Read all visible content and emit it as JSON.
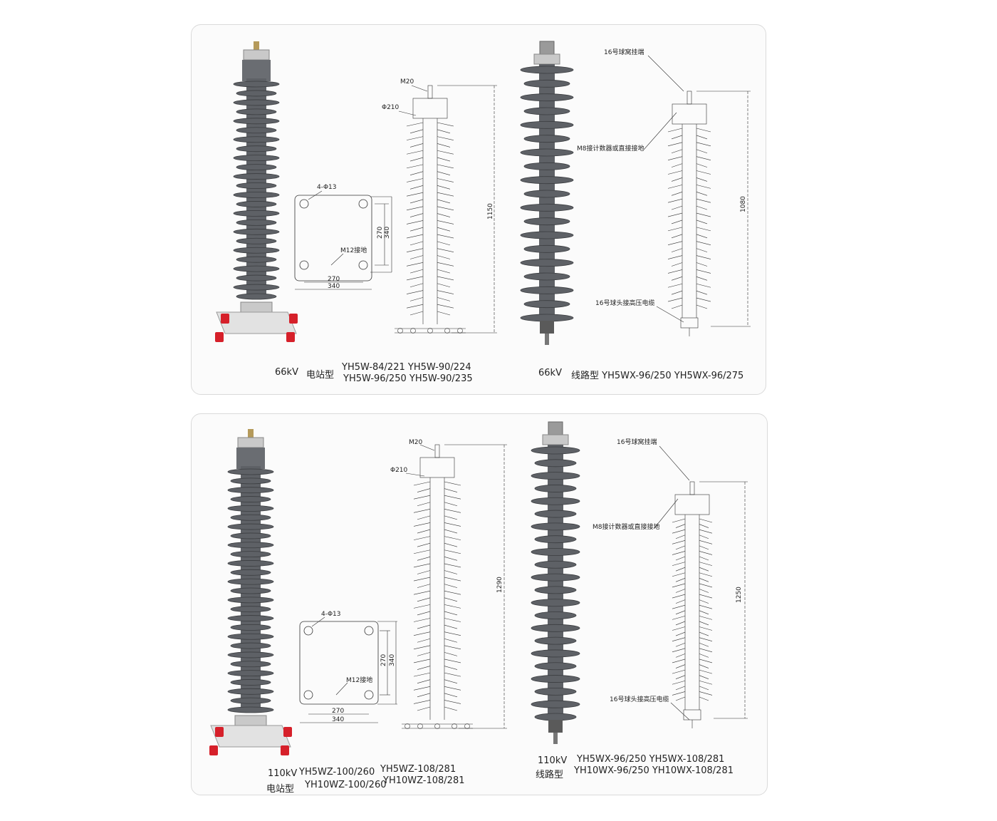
{
  "top": {
    "station": {
      "voltage": "66kV",
      "type": "电站型",
      "models_row1": "YH5W-84/221  YH5W-90/224",
      "models_row2": "YH5W-96/250  YH5W-90/235",
      "drawing": {
        "m20": "M20",
        "phi210": "Φ210",
        "height": "1150"
      },
      "base": {
        "holes": "4-Φ13",
        "ground": "M12接地",
        "d270v": "270",
        "d340v": "340",
        "d270h": "270",
        "d340h": "340"
      }
    },
    "line": {
      "voltage": "66kV",
      "caption": "线路型 YH5WX-96/250  YH5WX-96/275",
      "drawing": {
        "top_label": "16号球窝挂端",
        "mid_label": "M8接计数器或直接接地",
        "bottom_label": "16号球头接高压电缆",
        "height": "1080"
      }
    }
  },
  "bottom": {
    "station": {
      "voltage": "110kV",
      "type": "电站型",
      "row1_a": "YH5WZ-100/260",
      "row1_b": "YH5WZ-108/281",
      "row2_a": "YH10WZ-100/260",
      "row2_b": "YH10WZ-108/281",
      "drawing": {
        "m20": "M20",
        "phi210": "Φ210",
        "height": "1290"
      },
      "base": {
        "holes": "4-Φ13",
        "ground": "M12接地",
        "d270v": "270",
        "d340v": "340",
        "d270h": "270",
        "d340h": "340"
      }
    },
    "line": {
      "voltage": "110kV",
      "type": "线路型",
      "row1": "YH5WX-96/250  YH5WX-108/281",
      "row2": "YH10WX-96/250  YH10WX-108/281",
      "drawing": {
        "top_label": "16号球窝挂端",
        "mid_label": "M8接计数器或直接接地",
        "bottom_label": "16号球头接高压电缆",
        "height": "1250"
      }
    }
  },
  "colors": {
    "porcelain": "#5e6166",
    "porcelain_edge": "#3b3d40",
    "metal": "#c9c9c9",
    "terminal": "#d6202a",
    "line": "#333333"
  }
}
